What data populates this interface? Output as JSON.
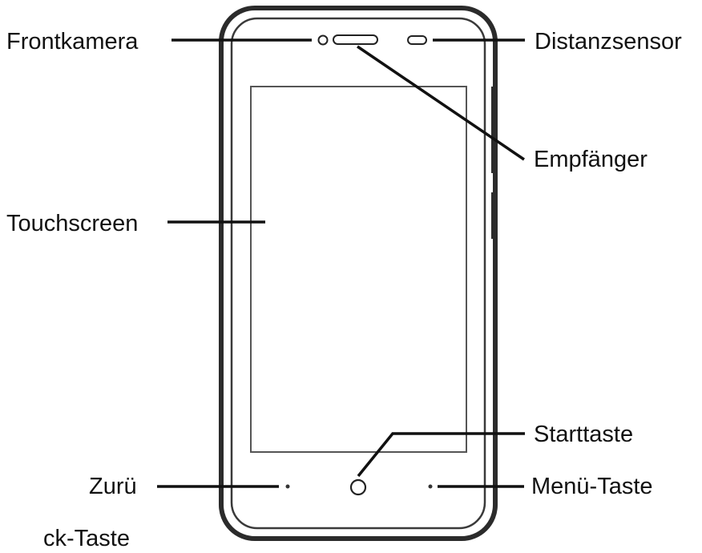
{
  "labels": {
    "front_camera": "Frontkamera",
    "distance_sensor": "Distanzsensor",
    "receiver": "Empfänger",
    "touchscreen": "Touchscreen",
    "home_key": "Starttaste",
    "back_key_line1": "Zurü",
    "back_key_line2": "ck-Taste",
    "menu_key": "Menü-Taste"
  },
  "colors": {
    "ink": "#111111",
    "body_outline": "#2b2b2b",
    "screen_outline": "#555555",
    "background": "#ffffff"
  }
}
